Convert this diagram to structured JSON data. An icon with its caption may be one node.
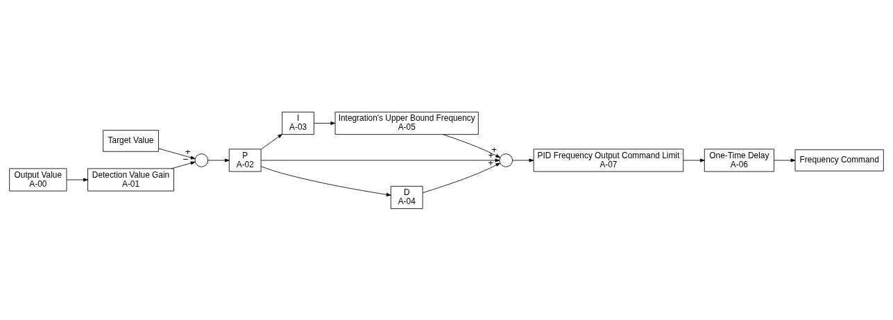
{
  "diagram": {
    "nodes": [
      {
        "text": [
          "Target Value"
        ]
      },
      {
        "text": [],
        "shape": "circle"
      },
      {
        "text": [
          "P",
          "A-02"
        ]
      },
      {
        "text": [
          "I",
          "A-03"
        ]
      },
      {
        "text": [
          "Integration's Upper Bound Frequency",
          "A-05"
        ]
      },
      {
        "text": [],
        "shape": "circle"
      },
      {
        "text": [
          "D",
          "A-04"
        ]
      },
      {
        "text": [
          "PID Frequency Output Command Limit",
          "A-07"
        ]
      },
      {
        "text": [
          "One-Time Delay",
          "A-06"
        ]
      },
      {
        "text": [
          "Frequency Command"
        ]
      },
      {
        "text": [
          "Output Value",
          "A-00"
        ]
      },
      {
        "text": [
          "Detection Value Gain",
          "A-01"
        ]
      }
    ],
    "edges": [
      {
        "from": 0,
        "to": 1,
        "arrow": "to",
        "label": "+"
      },
      {
        "from": 1,
        "to": 2,
        "arrow": "to"
      },
      {
        "from": 2,
        "to": 3,
        "arrow": "to"
      },
      {
        "from": 2,
        "to": 6,
        "arrow": "to"
      },
      {
        "from": 2,
        "to": 5,
        "arrow": "to",
        "label": "+"
      },
      {
        "from": 3,
        "to": 4,
        "arrow": "to"
      },
      {
        "from": 4,
        "to": 5,
        "arrow": "to",
        "label": "+"
      },
      {
        "from": 6,
        "to": 5,
        "arrow": "to",
        "label": "+"
      },
      {
        "from": 5,
        "to": 7,
        "arrow": "to"
      },
      {
        "from": 7,
        "to": 8,
        "arrow": "to"
      },
      {
        "from": 8,
        "to": 9,
        "arrow": "to"
      },
      {
        "from": 10,
        "to": 11,
        "arrow": "to"
      },
      {
        "from": 11,
        "to": 1,
        "arrow": "to",
        "label": "−"
      }
    ]
  }
}
